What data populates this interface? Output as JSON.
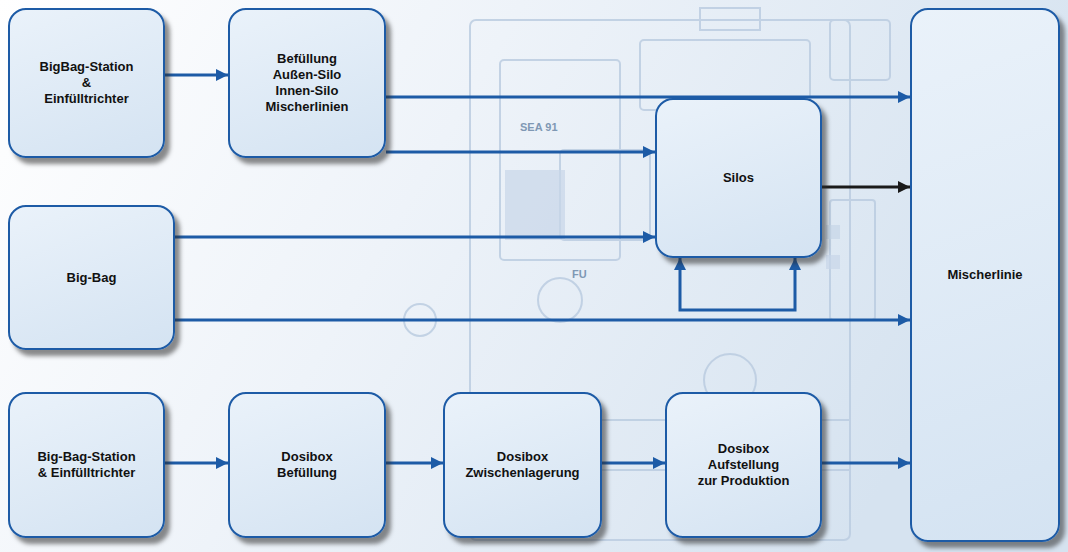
{
  "diagram": {
    "nodes": [
      {
        "text": [
          "BigBag-Station & Einfülltrichter"
        ]
      },
      {
        "text": [
          "Befüllung Außen-Silo Innen-Silo Mischerlinien"
        ]
      },
      {
        "text": [
          "Silos"
        ]
      },
      {
        "text": [
          "Mischerlinie"
        ]
      },
      {
        "text": [
          "Big-Bag"
        ]
      },
      {
        "text": [
          "Big-Bag-Station & Einfülltrichter"
        ]
      },
      {
        "text": [
          "Dosibox Befüllung"
        ]
      },
      {
        "text": [
          "Dosibox Zwischenlagerung"
        ]
      },
      {
        "text": [
          "Dosibox Aufstellung zur Produktion"
        ]
      }
    ],
    "edges": [
      {
        "from": 0,
        "to": 1,
        "arrow": "to"
      },
      {
        "from": 1,
        "to": 3,
        "arrow": "to"
      },
      {
        "from": 1,
        "to": 2,
        "arrow": "to"
      },
      {
        "from": 2,
        "to": 3,
        "arrow": "to"
      },
      {
        "from": 4,
        "to": 2,
        "arrow": "to"
      },
      {
        "from": 4,
        "to": 3,
        "arrow": "to"
      },
      {
        "from": 2,
        "to": 2,
        "arrow": "both"
      },
      {
        "from": 5,
        "to": 6,
        "arrow": "to"
      },
      {
        "from": 6,
        "to": 7,
        "arrow": "to"
      },
      {
        "from": 7,
        "to": 8,
        "arrow": "to"
      },
      {
        "from": 8,
        "to": 3,
        "arrow": "to"
      }
    ],
    "labels": [
      "SEA 91",
      "FU"
    ]
  }
}
